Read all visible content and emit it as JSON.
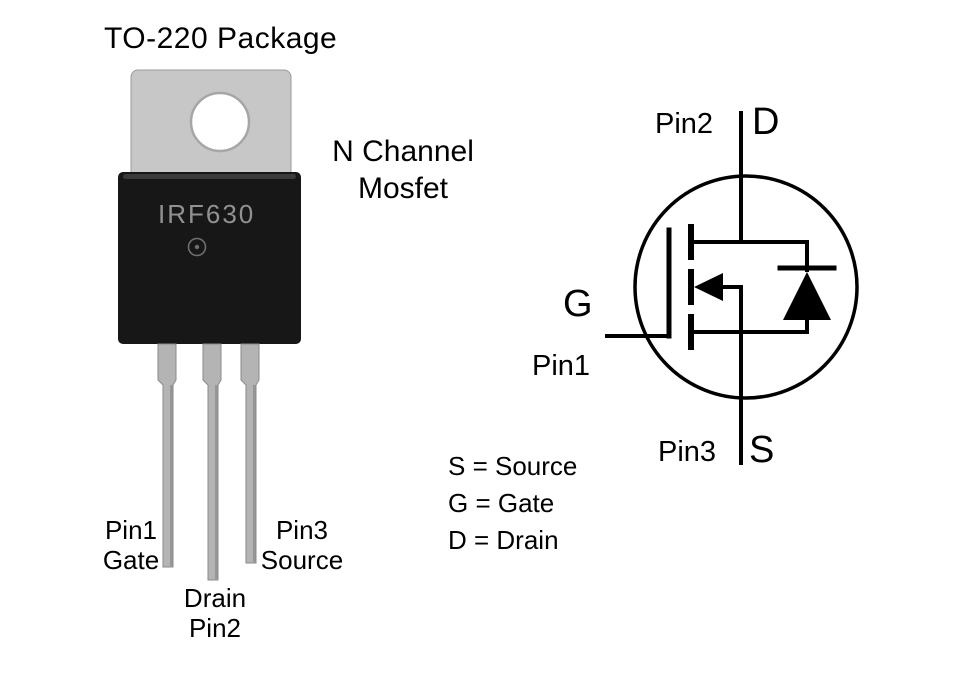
{
  "title": "TO-220 Package",
  "device": {
    "type_line1": "N Channel",
    "type_line2": "Mosfet",
    "part_number": "IRF630"
  },
  "package_pins": {
    "pin1": {
      "num": "Pin1",
      "name": "Gate"
    },
    "pin2": {
      "num": "Pin2",
      "name": "Drain"
    },
    "pin3": {
      "num": "Pin3",
      "name": "Source"
    }
  },
  "schematic": {
    "top_pin": "Pin2",
    "top_terminal": "D",
    "gate_terminal": "G",
    "gate_pin": "Pin1",
    "bottom_pin": "Pin3",
    "bottom_terminal": "S"
  },
  "legend": {
    "line1": "S = Source",
    "line2": "G = Gate",
    "line3": "D = Drain"
  },
  "colors": {
    "background": "#ffffff",
    "text": "#000000",
    "schematic_line": "#000000",
    "package_tab": "#c7c7c7",
    "package_body": "#171717",
    "package_leads": "#b4b4b4",
    "part_number_text": "#919191"
  }
}
